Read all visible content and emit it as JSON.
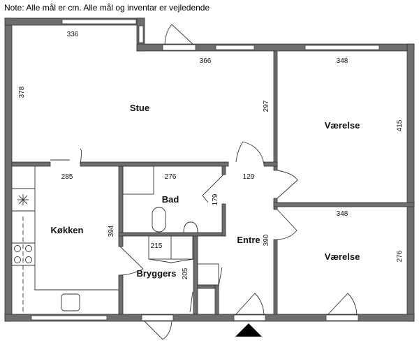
{
  "note": "Note: Alle mål er cm. Alle mål og inventar er vejledende",
  "rooms": {
    "stue": "Stue",
    "vaerelse1": "Værelse",
    "vaerelse2": "Værelse",
    "bad": "Bad",
    "kokken": "Køkken",
    "entre": "Entre",
    "bryggers": "Bryggers"
  },
  "dimensions": {
    "stue_width": "336",
    "stue_width2": "366",
    "stue_height": "378",
    "stue_right": "297",
    "vaerelse1_width": "348",
    "vaerelse1_height": "415",
    "vaerelse2_width": "348",
    "vaerelse2_height": "276",
    "kokken_width": "285",
    "kokken_height": "394",
    "bad_width": "276",
    "bad_height": "179",
    "entre_width": "129",
    "entre_height": "390",
    "bryggers_width": "215",
    "bryggers_height": "205"
  },
  "colors": {
    "wall": "#6e6e6e"
  }
}
